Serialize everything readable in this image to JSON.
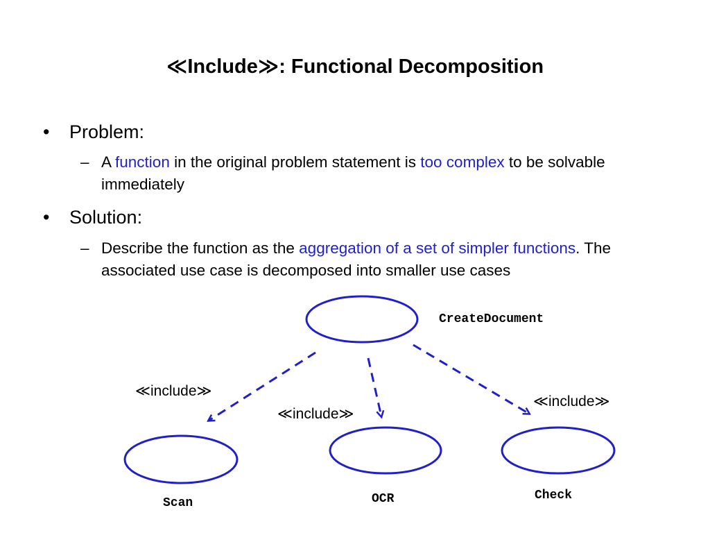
{
  "title": "≪Include≫: Functional Decomposition",
  "bullets": [
    {
      "marker": "•",
      "label": "Problem:"
    },
    {
      "marker": "•",
      "label": "Solution:"
    }
  ],
  "problem_sub": {
    "marker": "–",
    "parts": [
      "A ",
      "function",
      " in the original problem statement is ",
      "too complex",
      " to be solvable immediately"
    ]
  },
  "solution_sub": {
    "marker": "–",
    "parts": [
      "Describe the function as  the ",
      "aggregation of a set of simpler functions",
      ". The associated use case is decomposed into smaller use cases"
    ]
  },
  "diagram": {
    "use_cases": {
      "create": "CreateDocument",
      "scan": "Scan",
      "ocr": "OCR",
      "check": "Check"
    },
    "stereotype": "≪include≫",
    "colors": {
      "ellipse": "#1f1fcc",
      "arrow": "#1f1fcc",
      "highlight": "#1f1fcc"
    }
  }
}
